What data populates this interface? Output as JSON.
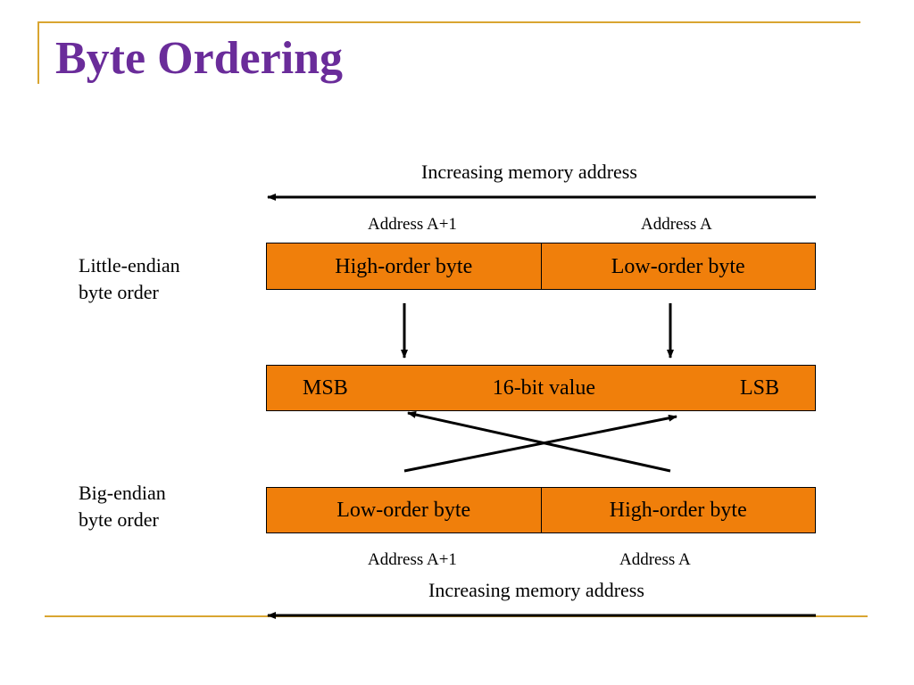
{
  "title": "Byte Ordering",
  "top": {
    "direction_label": "Increasing memory address",
    "address_left": "Address A+1",
    "address_right": "Address A"
  },
  "little_endian": {
    "label": "Little-endian\nbyte order",
    "left_cell": "High-order byte",
    "right_cell": "Low-order byte"
  },
  "value_box": {
    "msb": "MSB",
    "center": "16-bit value",
    "lsb": "LSB"
  },
  "big_endian": {
    "label": "Big-endian\nbyte order",
    "left_cell": "Low-order byte",
    "right_cell": "High-order byte"
  },
  "bottom": {
    "address_left": "Address A+1",
    "address_right": "Address A",
    "direction_label": "Increasing memory address"
  },
  "colors": {
    "title": "#6a2c9a",
    "box_fill": "#f07f0b",
    "decoration": "#d9a531"
  }
}
